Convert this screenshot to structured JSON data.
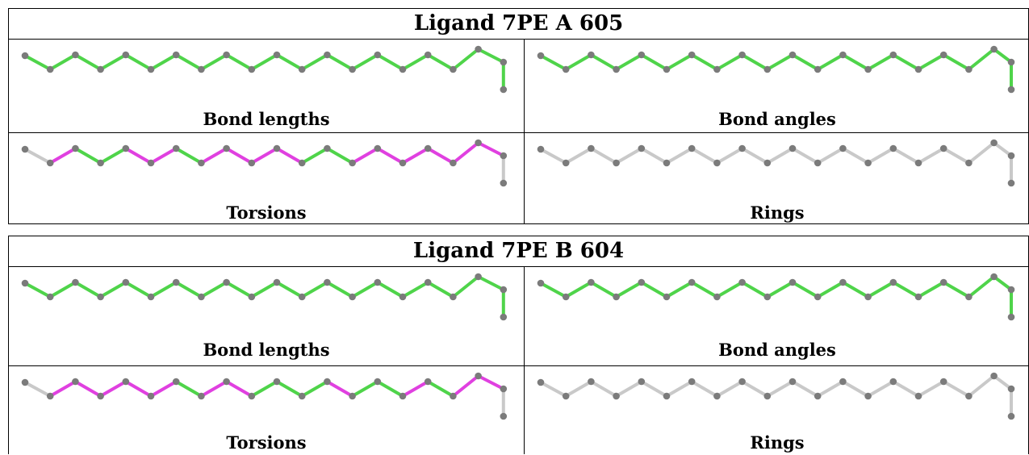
{
  "colors": {
    "pass": "#4fd44a",
    "outlier": "#e040e0",
    "na": "#c9c9c9",
    "atom": "#7b7b7b"
  },
  "bond_patterns": {
    "bond_lengths": [
      "g",
      "g",
      "g",
      "g",
      "g",
      "g",
      "g",
      "g",
      "g",
      "g",
      "g",
      "g",
      "g",
      "g",
      "g",
      "g",
      "g",
      "g",
      "g",
      "g"
    ],
    "bond_angles": [
      "g",
      "g",
      "g",
      "g",
      "g",
      "g",
      "g",
      "g",
      "g",
      "g",
      "g",
      "g",
      "g",
      "g",
      "g",
      "g",
      "g",
      "g",
      "g",
      "g"
    ],
    "rings": [
      "n",
      "n",
      "n",
      "n",
      "n",
      "n",
      "n",
      "n",
      "n",
      "n",
      "n",
      "n",
      "n",
      "n",
      "n",
      "n",
      "n",
      "n",
      "n",
      "n"
    ],
    "torsions_a": [
      "n",
      "m",
      "g",
      "g",
      "m",
      "m",
      "g",
      "m",
      "m",
      "m",
      "m",
      "g",
      "g",
      "m",
      "m",
      "m",
      "m",
      "m",
      "m",
      "n"
    ],
    "torsions_b": [
      "n",
      "m",
      "m",
      "m",
      "m",
      "m",
      "g",
      "m",
      "m",
      "g",
      "g",
      "g",
      "m",
      "g",
      "g",
      "m",
      "g",
      "m",
      "m",
      "n"
    ]
  },
  "ligands": [
    {
      "title": "Ligand 7PE A 605",
      "cells": [
        {
          "label": "Bond lengths",
          "pattern": "bond_lengths"
        },
        {
          "label": "Bond angles",
          "pattern": "bond_angles"
        },
        {
          "label": "Torsions",
          "pattern": "torsions_a"
        },
        {
          "label": "Rings",
          "pattern": "rings"
        }
      ]
    },
    {
      "title": "Ligand 7PE B 604",
      "cells": [
        {
          "label": "Bond lengths",
          "pattern": "bond_lengths"
        },
        {
          "label": "Bond angles",
          "pattern": "bond_angles"
        },
        {
          "label": "Torsions",
          "pattern": "torsions_b"
        },
        {
          "label": "Rings",
          "pattern": "rings"
        }
      ]
    }
  ]
}
